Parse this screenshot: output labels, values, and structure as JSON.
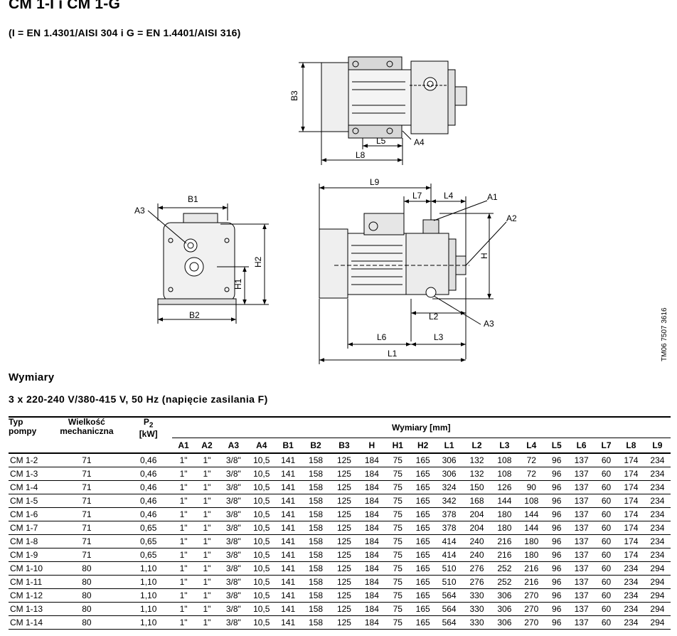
{
  "header": {
    "title": "CM 1-I i CM 1-G",
    "subtitle": "(I = EN 1.4301/AISI 304 i G = EN 1.4401/AISI 316)"
  },
  "drawing": {
    "labels": {
      "B3": "B3",
      "L5": "L5",
      "A4": "A4",
      "L8": "L8",
      "L9": "L9",
      "L7": "L7",
      "L4": "L4",
      "A1": "A1",
      "A2": "A2",
      "H": "H",
      "L2": "L2",
      "A3": "A3",
      "L6": "L6",
      "L3": "L3",
      "L1": "L1",
      "B1": "B1",
      "H2": "H2",
      "H1": "H1",
      "B2": "B2",
      "A3_front": "A3"
    },
    "reference": "TM06 7507 3616"
  },
  "section": {
    "title": "Wymiary",
    "subtitle": "3 x 220-240 V/380-415 V, 50 Hz (napięcie zasilania F)"
  },
  "table": {
    "h_type_1": "Typ",
    "h_type_2": "pompy",
    "h_size_1": "Wielkość",
    "h_size_2": "mechaniczna",
    "h_p2": "P",
    "h_p2_sub": "2",
    "h_p2_unit": "[kW]",
    "h_group": "Wymiary [mm]",
    "dim_cols": [
      "A1",
      "A2",
      "A3",
      "A4",
      "B1",
      "B2",
      "B3",
      "H",
      "H1",
      "H2",
      "L1",
      "L2",
      "L3",
      "L4",
      "L5",
      "L6",
      "L7",
      "L8",
      "L9"
    ],
    "rows": [
      [
        "CM 1-2",
        "71",
        "0,46",
        "1\"",
        "1\"",
        "3/8\"",
        "10,5",
        "141",
        "158",
        "125",
        "184",
        "75",
        "165",
        "306",
        "132",
        "108",
        "72",
        "96",
        "137",
        "60",
        "174",
        "234"
      ],
      [
        "CM 1-3",
        "71",
        "0,46",
        "1\"",
        "1\"",
        "3/8\"",
        "10,5",
        "141",
        "158",
        "125",
        "184",
        "75",
        "165",
        "306",
        "132",
        "108",
        "72",
        "96",
        "137",
        "60",
        "174",
        "234"
      ],
      [
        "CM 1-4",
        "71",
        "0,46",
        "1\"",
        "1\"",
        "3/8\"",
        "10,5",
        "141",
        "158",
        "125",
        "184",
        "75",
        "165",
        "324",
        "150",
        "126",
        "90",
        "96",
        "137",
        "60",
        "174",
        "234"
      ],
      [
        "CM 1-5",
        "71",
        "0,46",
        "1\"",
        "1\"",
        "3/8\"",
        "10,5",
        "141",
        "158",
        "125",
        "184",
        "75",
        "165",
        "342",
        "168",
        "144",
        "108",
        "96",
        "137",
        "60",
        "174",
        "234"
      ],
      [
        "CM 1-6",
        "71",
        "0,46",
        "1\"",
        "1\"",
        "3/8\"",
        "10,5",
        "141",
        "158",
        "125",
        "184",
        "75",
        "165",
        "378",
        "204",
        "180",
        "144",
        "96",
        "137",
        "60",
        "174",
        "234"
      ],
      [
        "CM 1-7",
        "71",
        "0,65",
        "1\"",
        "1\"",
        "3/8\"",
        "10,5",
        "141",
        "158",
        "125",
        "184",
        "75",
        "165",
        "378",
        "204",
        "180",
        "144",
        "96",
        "137",
        "60",
        "174",
        "234"
      ],
      [
        "CM 1-8",
        "71",
        "0,65",
        "1\"",
        "1\"",
        "3/8\"",
        "10,5",
        "141",
        "158",
        "125",
        "184",
        "75",
        "165",
        "414",
        "240",
        "216",
        "180",
        "96",
        "137",
        "60",
        "174",
        "234"
      ],
      [
        "CM 1-9",
        "71",
        "0,65",
        "1\"",
        "1\"",
        "3/8\"",
        "10,5",
        "141",
        "158",
        "125",
        "184",
        "75",
        "165",
        "414",
        "240",
        "216",
        "180",
        "96",
        "137",
        "60",
        "174",
        "234"
      ],
      [
        "CM 1-10",
        "80",
        "1,10",
        "1\"",
        "1\"",
        "3/8\"",
        "10,5",
        "141",
        "158",
        "125",
        "184",
        "75",
        "165",
        "510",
        "276",
        "252",
        "216",
        "96",
        "137",
        "60",
        "234",
        "294"
      ],
      [
        "CM 1-11",
        "80",
        "1,10",
        "1\"",
        "1\"",
        "3/8\"",
        "10,5",
        "141",
        "158",
        "125",
        "184",
        "75",
        "165",
        "510",
        "276",
        "252",
        "216",
        "96",
        "137",
        "60",
        "234",
        "294"
      ],
      [
        "CM 1-12",
        "80",
        "1,10",
        "1\"",
        "1\"",
        "3/8\"",
        "10,5",
        "141",
        "158",
        "125",
        "184",
        "75",
        "165",
        "564",
        "330",
        "306",
        "270",
        "96",
        "137",
        "60",
        "234",
        "294"
      ],
      [
        "CM 1-13",
        "80",
        "1,10",
        "1\"",
        "1\"",
        "3/8\"",
        "10,5",
        "141",
        "158",
        "125",
        "184",
        "75",
        "165",
        "564",
        "330",
        "306",
        "270",
        "96",
        "137",
        "60",
        "234",
        "294"
      ],
      [
        "CM 1-14",
        "80",
        "1,10",
        "1\"",
        "1\"",
        "3/8\"",
        "10,5",
        "141",
        "158",
        "125",
        "184",
        "75",
        "165",
        "564",
        "330",
        "306",
        "270",
        "96",
        "137",
        "60",
        "234",
        "294"
      ]
    ]
  }
}
